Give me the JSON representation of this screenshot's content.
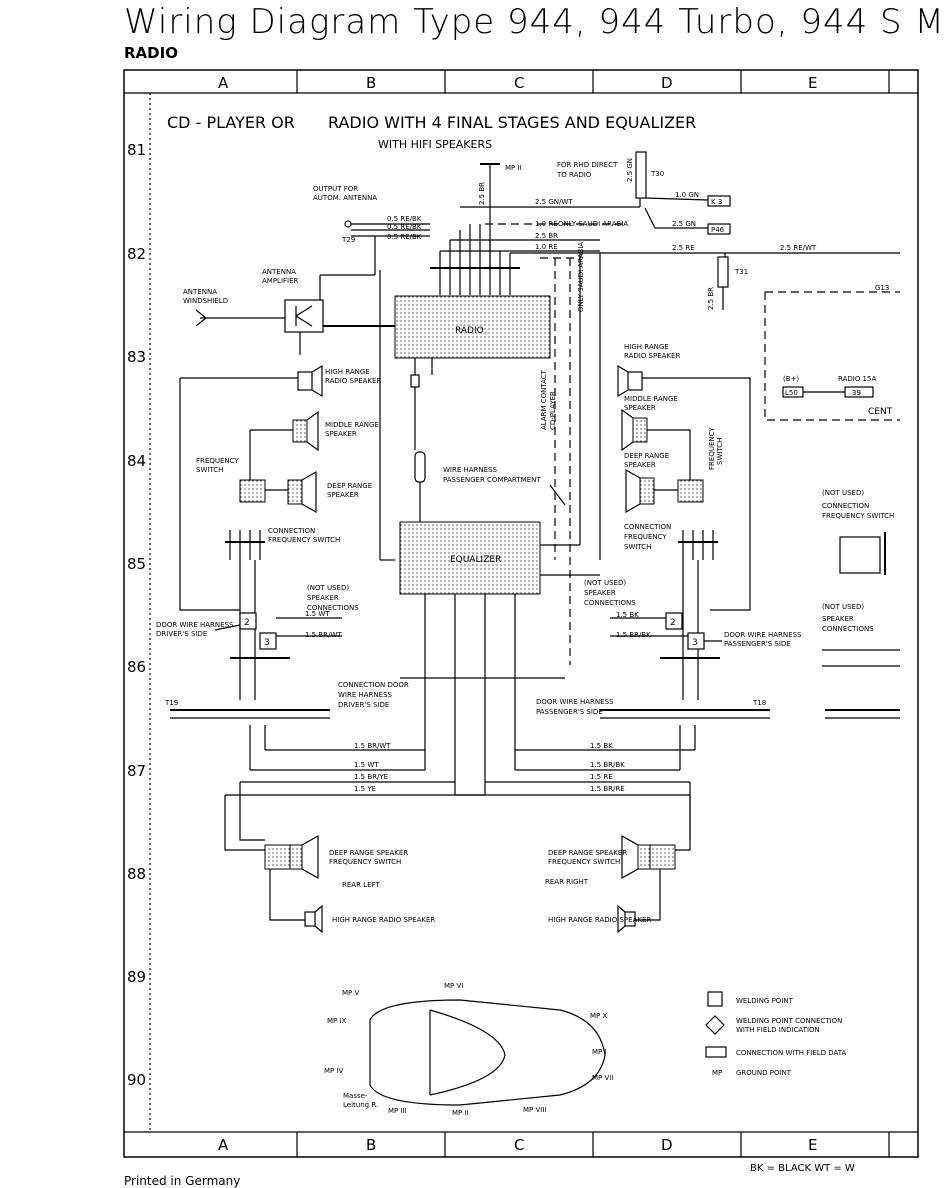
{
  "page": {
    "title": "Wiring Diagram  Type 944, 944 Turbo, 944 S M",
    "section": "RADIO",
    "printed": "Printed in Germany",
    "legend_footer": "BK = BLACK        WT = W"
  },
  "grid": {
    "columns": [
      "A",
      "B",
      "C",
      "D",
      "E"
    ],
    "rows": [
      "81",
      "82",
      "83",
      "84",
      "85",
      "86",
      "87",
      "88",
      "89",
      "90"
    ]
  },
  "headings": {
    "cd_player": "CD - PLAYER OR",
    "radio_with": "RADIO WITH 4 FINAL STAGES AND EQUALIZER",
    "hifi": "WITH HIFI SPEAKERS"
  },
  "labels": {
    "mp2": "MP II",
    "rhd": "FOR RHD DIRECT",
    "rhd2": "TO RADIO",
    "t30": "T30",
    "t29": "T29",
    "t31": "T31",
    "t19": "T19",
    "t18": "T18",
    "output_antenna": "OUTPUT FOR",
    "output_antenna2": "AUTOM. ANTENNA",
    "antenna_amp": "ANTENNA",
    "antenna_amp2": "AMPLIFIER",
    "antenna_wind": "ANTENNA",
    "antenna_wind2": "WINDSHIELD",
    "radio": "RADIO",
    "equalizer": "EQUALIZER",
    "high_range": "HIGH RANGE",
    "high_range2": "RADIO SPEAKER",
    "middle_range": "MIDDLE RANGE",
    "middle_range2": "SPEAKER",
    "deep_range": "DEEP RANGE",
    "deep_range2": "SPEAKER",
    "freq_switch": "FREQUENCY",
    "freq_switch2": "SWITCH",
    "conn_freq": "CONNECTION",
    "conn_freq2": "FREQUENCY SWITCH",
    "not_used": "(NOT USED)",
    "speaker": "SPEAKER",
    "connections": "CONNECTIONS",
    "door_driver": "DOOR WIRE HARNESS",
    "door_driver2": "DRIVER'S SIDE",
    "door_pass": "DOOR WIRE HARNESS",
    "door_pass2": "PASSENGER'S SIDE",
    "wire_harness": "WIRE HARNESS",
    "wire_harness2": "PASSENGER COMPARTMENT",
    "conn_door": "CONNECTION DOOR",
    "conn_door2": "WIRE HARNESS",
    "conn_door3": "DRIVER'S SIDE",
    "alarm": "ALARM CONTACT",
    "cd_pl": "CD-PLAYER",
    "only_saudi": "ONLY SAUDI ARABIA",
    "deep_freq": "DEEP RANGE SPEAKER",
    "deep_freq2": "FREQUENCY SWITCH",
    "rear_left": "REAR LEFT",
    "rear_right": "REAR RIGHT",
    "high_rear": "HIGH RANGE RADIO SPEAKER",
    "b_plus": "(B+)",
    "radio15a": "RADIO 15A",
    "l50": "L50",
    "f39": "39",
    "cent": "CENT",
    "g13": "G13",
    "k3": "K 3",
    "p46": "P46",
    "masse": "Masse-",
    "masse2": "Leitung R."
  },
  "wires": {
    "w1": "2.5 GN/WT",
    "w2": "1.0 GN",
    "w3": "2.5 GN",
    "w4": "0.5 RE/BK",
    "w5": "0.5 RE/BK",
    "w6": "0.5 RE/BK",
    "w7": "1.0 RE",
    "w8": "2.5 BR",
    "w9": "1.0 RE",
    "w10": "2.5 RE",
    "w11": "2.5 RE/WT",
    "w12": "2.5 BR",
    "w13": "2.5 GN",
    "w14": "1.5 WT",
    "w15": "1.5 BR/WT",
    "w16": "1.5 BK",
    "w17": "1.5 BR/BK",
    "w18": "1.5 BR/WT",
    "w19": "1.5 WT",
    "w20": "1.5 BR/YE",
    "w21": "1.5 YE",
    "w22": "1.5 BK",
    "w23": "1.5 BR/BK",
    "w24": "1.5 RE",
    "w25": "1.5 BR/RE",
    "w26": "ONLY SAUDI ARABIA",
    "w27": "2.5 BR"
  },
  "ground_points": [
    "MP V",
    "MP VI",
    "MP IX",
    "MP X",
    "MP I",
    "MP IV",
    "MP VII",
    "MP III",
    "MP II",
    "MP VIII"
  ],
  "legend": {
    "welding": "WELDING POINT",
    "welding_conn": "WELDING POINT CONNECTION",
    "welding_conn2": "WITH FIELD INDICATION",
    "conn_field": "CONNECTION WITH FIELD DATA",
    "mp": "MP",
    "ground": "GROUND POINT"
  }
}
